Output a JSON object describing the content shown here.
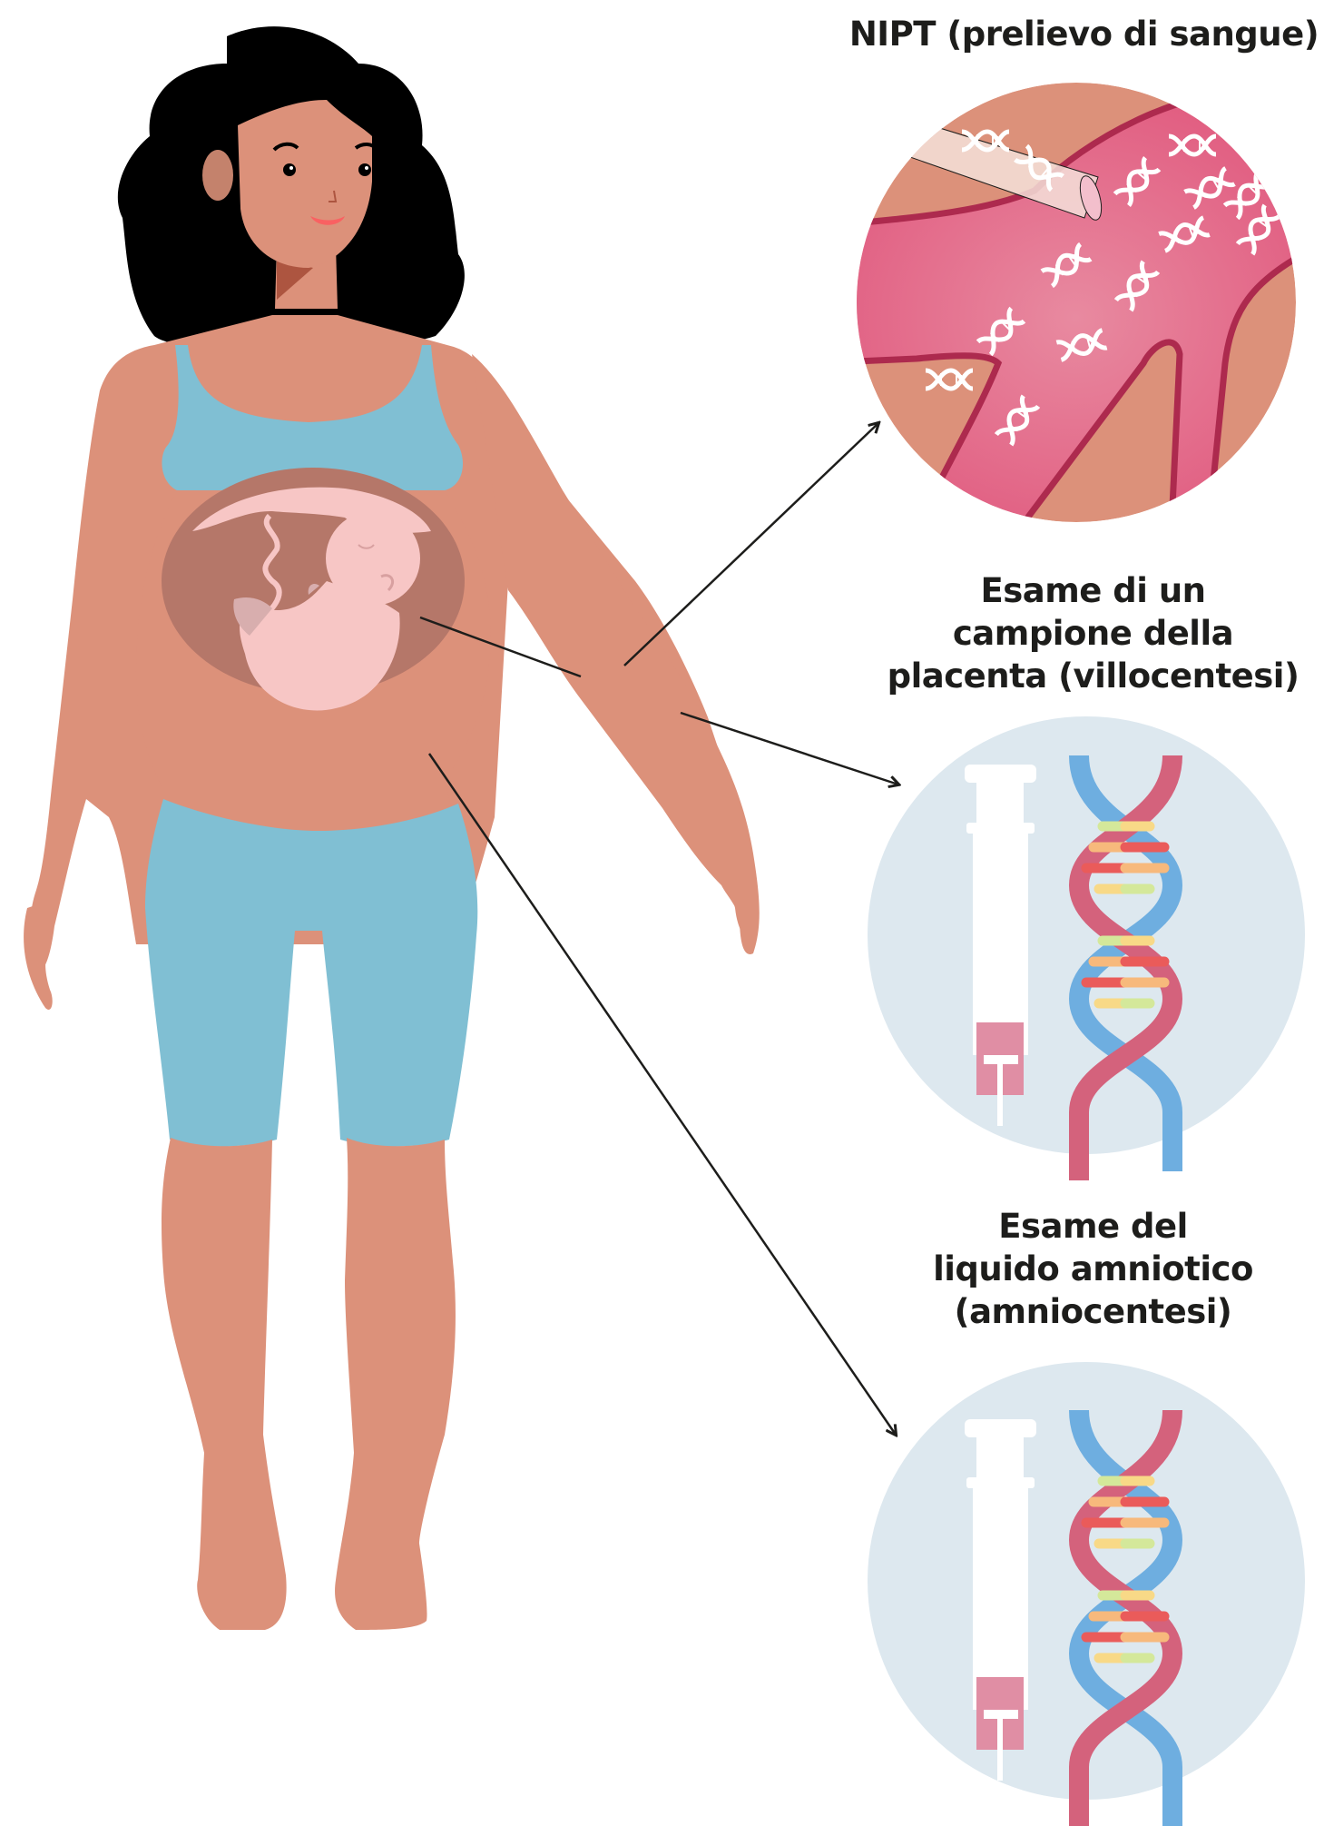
{
  "labels": {
    "nipt": "NIPT (prelievo di sangue)",
    "cvs": "Esame di un\ncampione della\nplacenta (villocentesi)",
    "amnio": "Esame del\nliquido amniotico\n(amniocentesi)"
  },
  "colors": {
    "skin": "#dc917a",
    "skin_dark": "#c4826c",
    "hair": "#000000",
    "clothing": "#80bfd3",
    "uterus": "#b57769",
    "fetus": "#f7c6c5",
    "placenta": "#f7c6c5",
    "vein": "#e0567c",
    "vein_outline": "#ad2a4e",
    "circle_bg": "#dde8ef",
    "syringe": "#ffffff",
    "syringe_fill": "#e08ea4",
    "dna_red": "#d4627c",
    "dna_blue": "#6eaee0",
    "arrow": "#1d1d1b",
    "text": "#1d1d1b"
  },
  "panels": [
    {
      "id": "nipt",
      "type": "blood-vessel-closeup",
      "dna_fragments": 14
    },
    {
      "id": "cvs",
      "type": "syringe-and-dna"
    },
    {
      "id": "amnio",
      "type": "syringe-and-dna"
    }
  ],
  "arrows": [
    {
      "from": "arm",
      "to": "nipt"
    },
    {
      "from": "placenta",
      "to": "cvs"
    },
    {
      "from": "amniotic-fluid",
      "to": "amnio"
    }
  ]
}
